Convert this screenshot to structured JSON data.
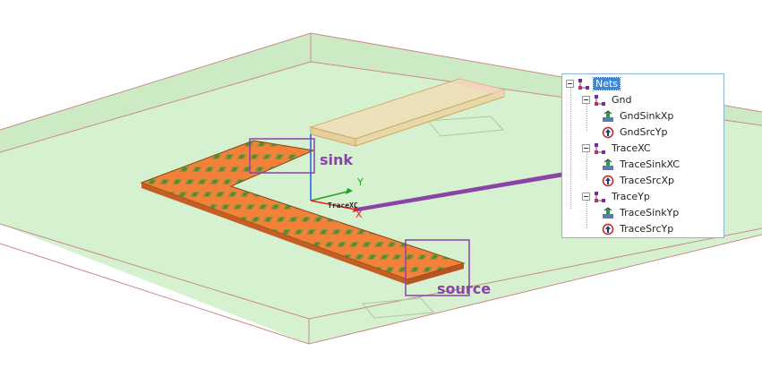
{
  "scene": {
    "labels": {
      "sink": "sink",
      "source": "source",
      "trace": "TraceXC",
      "axis_x": "X",
      "axis_y": "Y"
    },
    "colors": {
      "substrate_fill": "#c9ecc2",
      "substrate_edge": "#c98a8a",
      "trace_fill": "#f4813a",
      "trace_pattern": "#6f9a3a",
      "callout": "#8a44a8",
      "ground_plate": "#f0dfb8",
      "axis_x": "#e02020",
      "axis_y": "#20a020",
      "axis_z": "#2060e0"
    }
  },
  "tree": {
    "root": {
      "label": "Nets",
      "icon": "net-icon"
    },
    "groups": [
      {
        "label": "Gnd",
        "icon": "net-icon",
        "children": [
          {
            "label": "GndSinkXp",
            "icon": "sink-terminal-icon"
          },
          {
            "label": "GndSrcYp",
            "icon": "source-terminal-icon"
          }
        ]
      },
      {
        "label": "TraceXC",
        "icon": "net-icon",
        "children": [
          {
            "label": "TraceSinkXC",
            "icon": "sink-terminal-icon"
          },
          {
            "label": "TraceSrcXp",
            "icon": "source-terminal-icon"
          }
        ]
      },
      {
        "label": "TraceYp",
        "icon": "net-icon",
        "children": [
          {
            "label": "TraceSinkYp",
            "icon": "sink-terminal-icon"
          },
          {
            "label": "TraceSrcYp",
            "icon": "source-terminal-icon"
          }
        ]
      }
    ]
  }
}
